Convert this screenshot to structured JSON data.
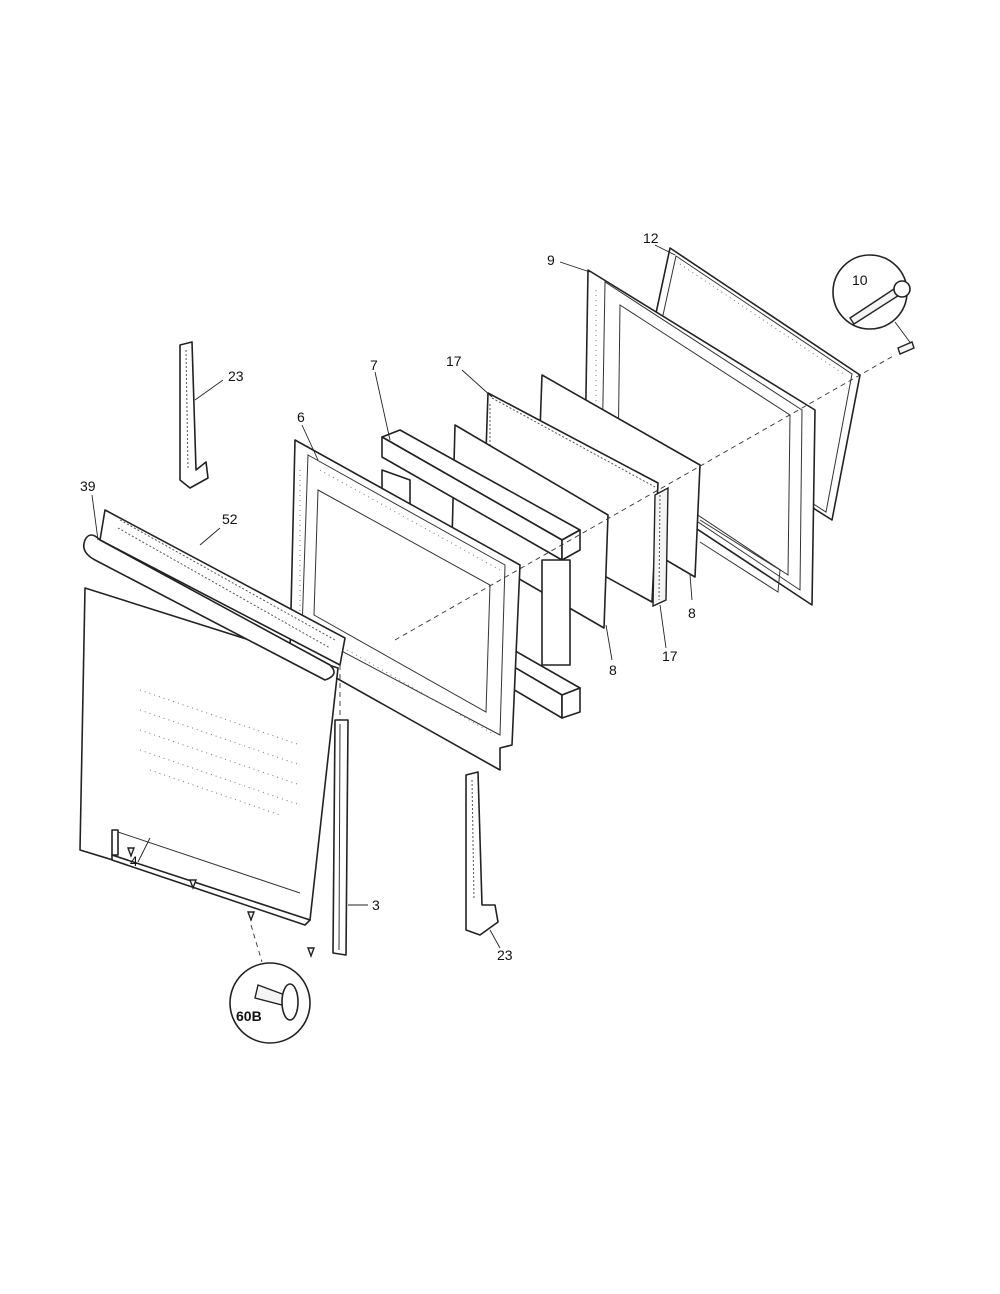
{
  "callouts": {
    "c12": "12",
    "c9": "9",
    "c10": "10",
    "c23_top": "23",
    "c7": "7",
    "c17_top": "17",
    "c6": "6",
    "c39": "39",
    "c52": "52",
    "c8_right": "8",
    "c8_mid": "8",
    "c17_bottom": "17",
    "c4": "4",
    "c3": "3",
    "c23_bottom": "23",
    "c60b": "60B"
  }
}
